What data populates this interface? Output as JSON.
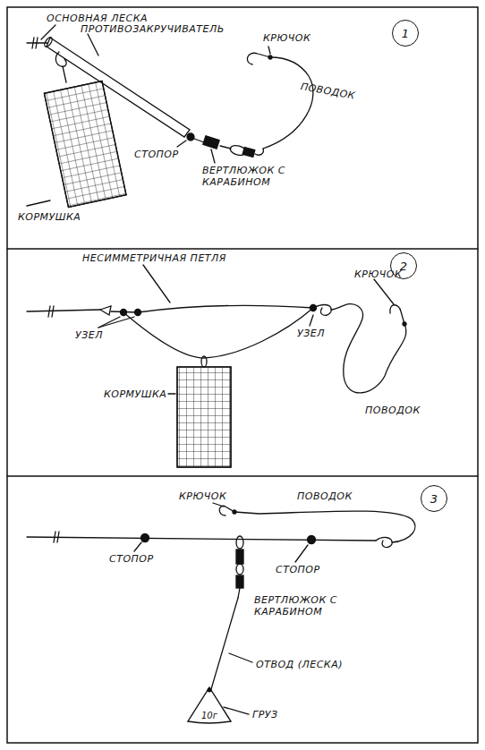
{
  "diagram": {
    "nodes": [
      {
        "text": [
          "1"
        ]
      },
      {
        "text": [
          "2"
        ]
      },
      {
        "text": [
          "3"
        ]
      },
      {
        "text": [
          "10г"
        ]
      }
    ],
    "labels": [
      "ОСНОВНАЯ ЛЕСКА",
      "ПРОТИВОЗАКРУЧИВАТЕЛЬ",
      "КРЮЧОК",
      "ПОВОДОК",
      "КОРМУШКА",
      "СТОПОР",
      "ВЕРТЛЮЖОК С КАРАБИНОМ",
      "НЕСИММЕТРИЧНАЯ ПЕТЛЯ",
      "КРЮЧОК",
      "УЗЕЛ",
      "УЗЕЛ",
      "КОРМУШКА",
      "ПОВОДОК",
      "КРЮЧОК",
      "ПОВОДОК",
      "СТОПОР",
      "СТОПОР",
      "ВЕРТЛЮЖОК С КАРАБИНОМ",
      "ОТВОД (ЛЕСКА)",
      "ГРУЗ"
    ]
  }
}
